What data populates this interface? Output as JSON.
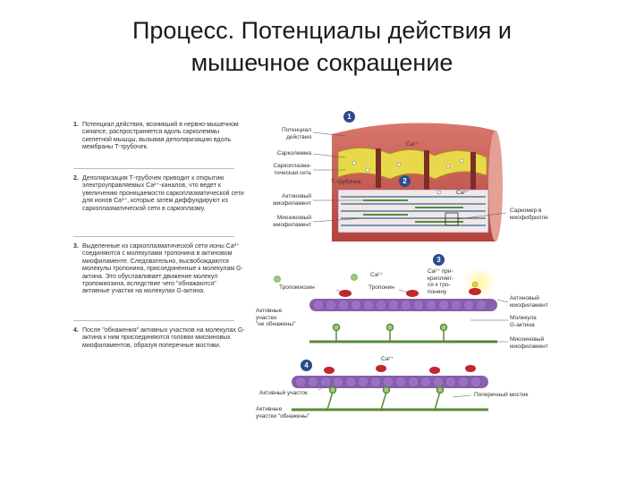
{
  "title": {
    "line1": "Процесс. Потенциалы действия и",
    "line2": "мышечное сокращение"
  },
  "steps": [
    {
      "num": "1.",
      "text": "Потенциал действия, возникший в нервно-мышечном синапсе, распространяется вдоль сарколеммы скелетной мышцы, вызывая деполяризацию вдоль мембраны Т-трубочек."
    },
    {
      "num": "2.",
      "text": "Деполяризация Т-трубочек приводит к открытию электроуправляемых Ca²⁺-каналов, что ведет к увеличению проницаемости саркоплазматической сети для ионов Ca²⁺, которые затем диффундируют из саркоплазматической сети в саркоплазму."
    },
    {
      "num": "3.",
      "text": "Выделенные из саркоплазматической сети ионы Ca²⁺ соединяются с молекулами тропонина в актиновом миофиламенте. Следовательно, высвобождаются молекулы тропонина, присоединенные к молекулам G-актина. Это обуславливает движение молекул тропомиозина, вследствие чего \"обнажаются\" активные участки на молекулах G-актина."
    },
    {
      "num": "4.",
      "text": "После \"обнажения\" активных участков на молекулах G-актина к ним присоединяются головки миозиновых миофиламентов, образуя поперечные мостики."
    }
  ],
  "figure": {
    "badges": [
      "1",
      "2",
      "3",
      "4"
    ],
    "labels": {
      "action_potential": "Потенциал\nдействия",
      "ca_top": "Ca²⁺",
      "sarcolemma": "Сарколемма",
      "sarcoplasmic_net": "Саркоплазма-\nтическая сеть",
      "t_tubule": "Т-трубочка",
      "ca_mid": "Ca²⁺",
      "actin_myofilament": "Актиновый\nмиофиламент",
      "myosin_myofilament": "Миозиновый\nмиофиламент",
      "sarcomere": "Саркомер в\nмиофибрилле",
      "ca_3": "Ca²⁺",
      "ca_troponin": "Ca²⁺ при-\nкрепляет-\nся к тро-\nпонину",
      "tropomyosin": "Тропомиозин",
      "troponin": "Тропонин",
      "actin_myofilament_3": "Актиновый\nмиофиламент",
      "active_sites_hidden": "Активные\nучастки\n\"не обнажены\"",
      "g_actin": "Молекула\nG-актина",
      "myosin_3": "Миозиновый\nмиофиламент",
      "ca_4": "Ca²⁺",
      "active_site": "Активный участок",
      "cross_bridge": "Поперечный мостик",
      "active_sites_exposed": "Активные\nучастки \"обнажены\""
    },
    "colors": {
      "muscle": "#c9524a",
      "muscle_light": "#e8a79c",
      "sr": "#e8d94a",
      "actin": "#7b4fa3",
      "myosin": "#5a8a3c",
      "troponin": "#c0282b",
      "ca": "#f3d028",
      "badge": "#2a4c8c"
    }
  }
}
